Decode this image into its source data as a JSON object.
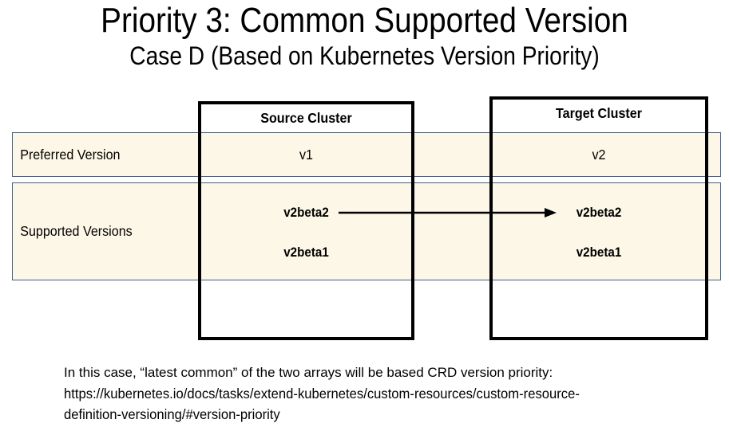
{
  "slide": {
    "title": "Priority 3: Common Supported Version",
    "subtitle": "Case D (Based on Kubernetes Version Priority)"
  },
  "rows": {
    "preferred": {
      "label": "Preferred Version"
    },
    "supported": {
      "label": "Supported Versions"
    }
  },
  "clusters": {
    "source": {
      "header": "Source Cluster",
      "preferred": "v1",
      "supported": [
        "v2beta2",
        "v2beta1"
      ]
    },
    "target": {
      "header": "Target Cluster",
      "preferred": "v2",
      "supported": [
        "v2beta2",
        "v2beta1"
      ]
    }
  },
  "arrow": {
    "from": "Source Cluster v2beta2",
    "to": "Target Cluster v2beta2"
  },
  "footer": {
    "lines": [
      "In this case, “latest common” of the two arrays will be based CRD version priority:",
      "https://kubernetes.io/docs/tasks/extend-kubernetes/custom-resources/custom-resource-",
      "definition-versioning/#version-priority"
    ]
  },
  "colors": {
    "band_fill": "#FCF7E6",
    "band_border": "#3E5F8E",
    "box_border": "#000000",
    "arrow": "#000000",
    "text": "#000000",
    "background": "#FFFFFF"
  }
}
